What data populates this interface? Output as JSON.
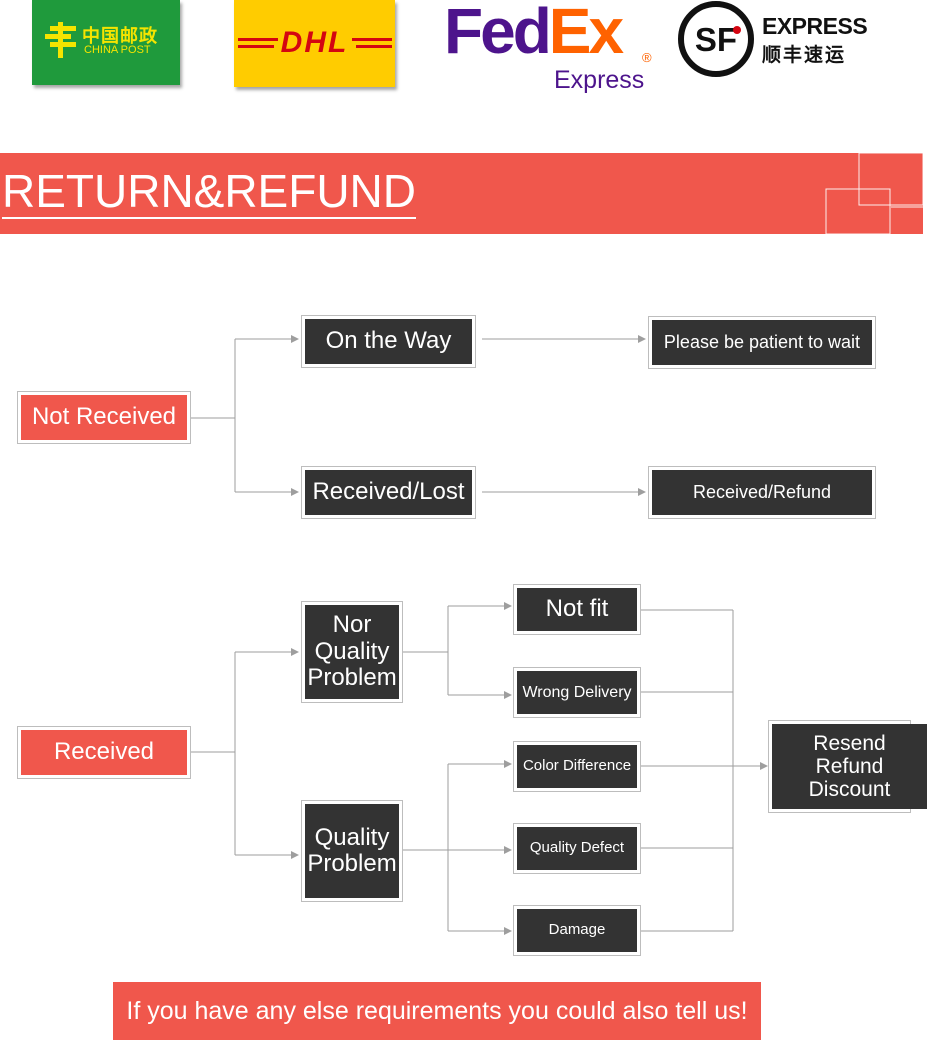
{
  "carriers": {
    "china_post": {
      "name_cn": "中国邮政",
      "name_en": "CHINA POST"
    },
    "dhl": {
      "name": "DHL"
    },
    "fedex": {
      "name_part1": "Fed",
      "name_part2": "Ex",
      "registered": "®",
      "service": "Express"
    },
    "sf": {
      "mark": "SF",
      "name_en": "EXPRESS",
      "name_cn": "顺丰速运"
    }
  },
  "banner": {
    "title": "RETURN&REFUND"
  },
  "flow_not_received": {
    "start": "Not Received",
    "branch_1": "On the Way",
    "result_1": "Please be patient to wait",
    "branch_2": "Received/Lost",
    "result_2": "Received/Refund"
  },
  "flow_received": {
    "start": "Received",
    "branch_nor_quality": "Nor Quality Problem",
    "nor_quality_items": [
      "Not fit",
      "Wrong Delivery"
    ],
    "branch_quality": "Quality Problem",
    "quality_items": [
      "Color Difference",
      "Quality Defect",
      "Damage"
    ],
    "outcome": "Resend Refund Discount"
  },
  "footer": {
    "text": "If you have any else requirements you could also tell us!"
  },
  "colors": {
    "accent": "#f0574c",
    "box_dark": "#333333",
    "connector": "#9e9e9e"
  }
}
